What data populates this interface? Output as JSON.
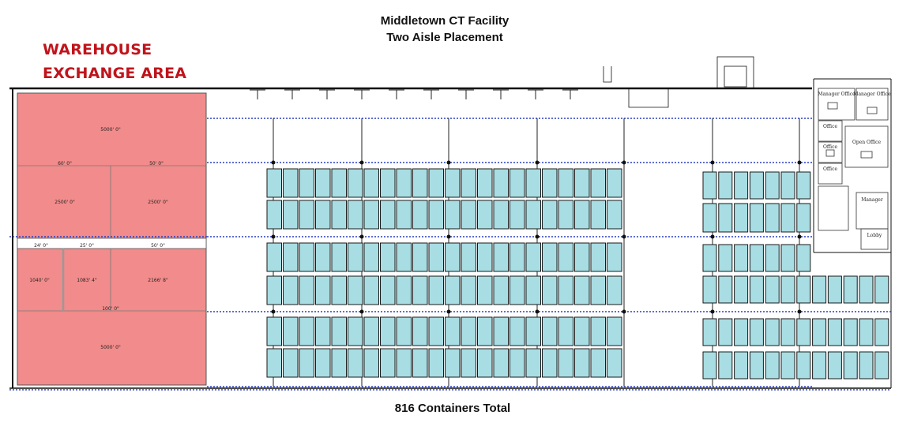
{
  "title": {
    "line1": "Middletown CT Facility",
    "line2": "Two Aisle Placement"
  },
  "exchange_area": {
    "label_line1": "WAREHOUSE",
    "label_line2": "EXCHANGE AREA",
    "fill_color": "#f28b8b",
    "dimensions": {
      "top_area": "5000' 0\"",
      "dim_60_left": "60' 0\"",
      "dim_60_right": "50' 0\"",
      "area_left": "2500' 0\"",
      "area_right": "2500' 0\"",
      "dim_24": "24' 0\"",
      "dim_25": "25' 0\"",
      "dim_50": "50' 0\"",
      "area_1040": "1040' 0\"",
      "area_1083": "1083' 4\"",
      "area_2166": "2166' 8\"",
      "dim_100": "100' 0\"",
      "bottom_area": "5000' 0\""
    }
  },
  "offices": {
    "room1": "Manager Office",
    "room2": "Manager Office",
    "room3": "Office",
    "room4": "Office",
    "room5": "Open Office",
    "room6": "Office",
    "room7": "Manager",
    "room8": "Lobby"
  },
  "container_color": "#a8dde3",
  "aisle_color": "#2a3fc4",
  "footer": "816 Containers Total"
}
